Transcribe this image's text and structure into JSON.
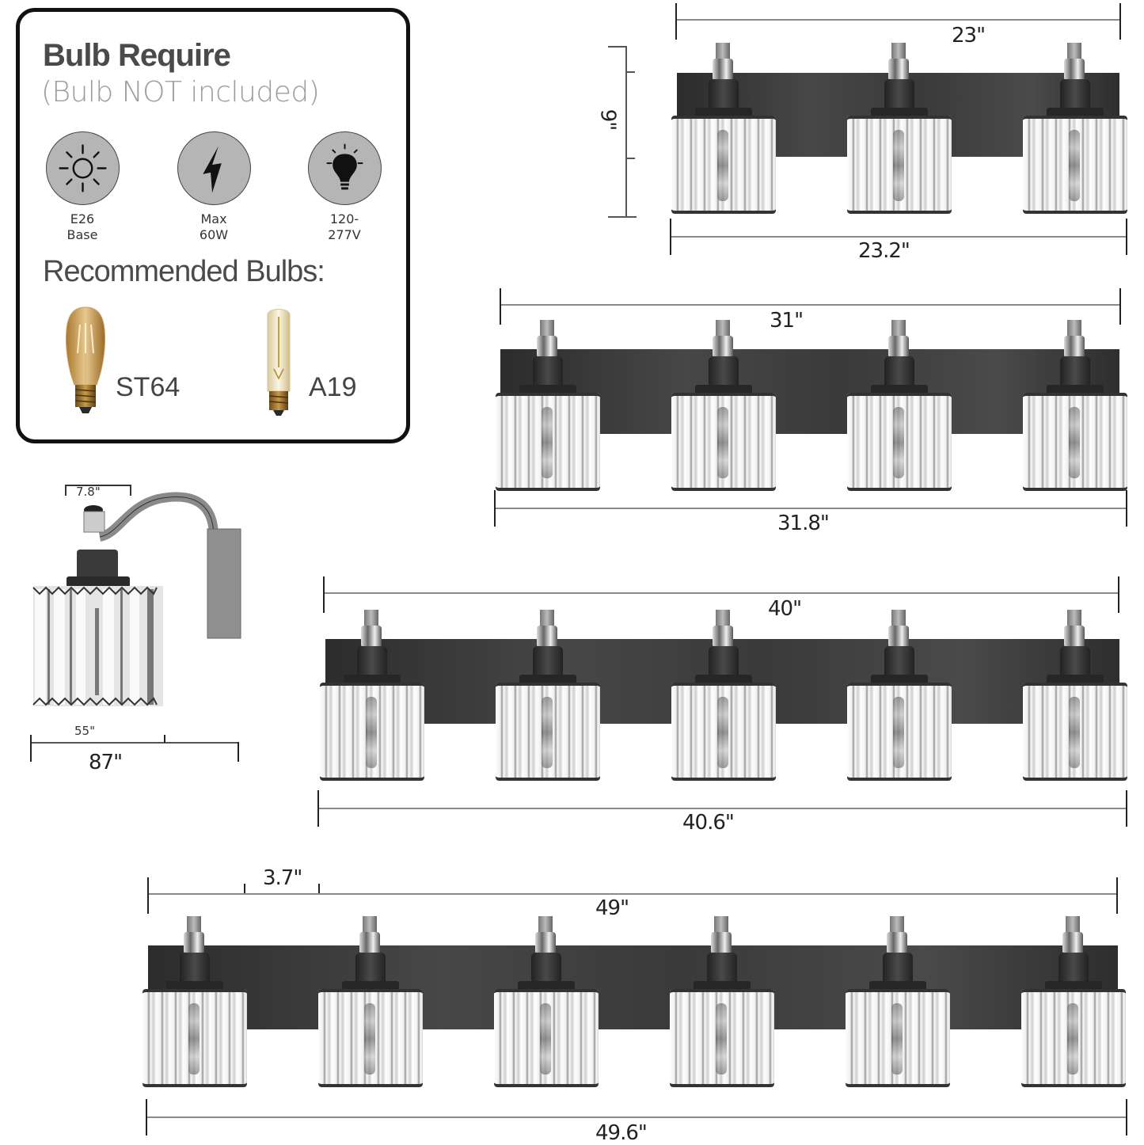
{
  "info_card": {
    "title": "Bulb Require",
    "subtitle": "(Bulb NOT included)",
    "specs": [
      {
        "icon": "sun-icon",
        "line1": "E26",
        "line2": "Base"
      },
      {
        "icon": "lightning-bolt-icon",
        "line1": "Max",
        "line2": "60W"
      },
      {
        "icon": "lightbulb-icon",
        "line1": "120-",
        "line2": "277V"
      }
    ],
    "recommended_title": "Recommended Bulbs:",
    "recommended": [
      {
        "icon": "st64-edison-bulb-icon",
        "label": "ST64"
      },
      {
        "icon": "tubular-bulb-icon",
        "label": "A19"
      }
    ]
  },
  "side_view": {
    "top_dim": "7.8\"",
    "shade_dim": "55\"",
    "depth_dim": "87\""
  },
  "fixtures": [
    {
      "lights": 3,
      "plate_width_label": "23\"",
      "overall_width_label": "23.2\"",
      "height_label": "9\""
    },
    {
      "lights": 4,
      "plate_width_label": "31\"",
      "overall_width_label": "31.8\""
    },
    {
      "lights": 5,
      "plate_width_label": "40\"",
      "overall_width_label": "40.6\""
    },
    {
      "lights": 6,
      "plate_width_label": "49\"",
      "overall_width_label": "49.6\"",
      "spacing_label": "3.7\""
    }
  ],
  "colors": {
    "plate": "#3a3a3a",
    "card_border": "#111111",
    "title_text": "#4a4a4a",
    "subtitle_text": "#9c9c9c",
    "icon_circle": "#b5b5b5"
  }
}
